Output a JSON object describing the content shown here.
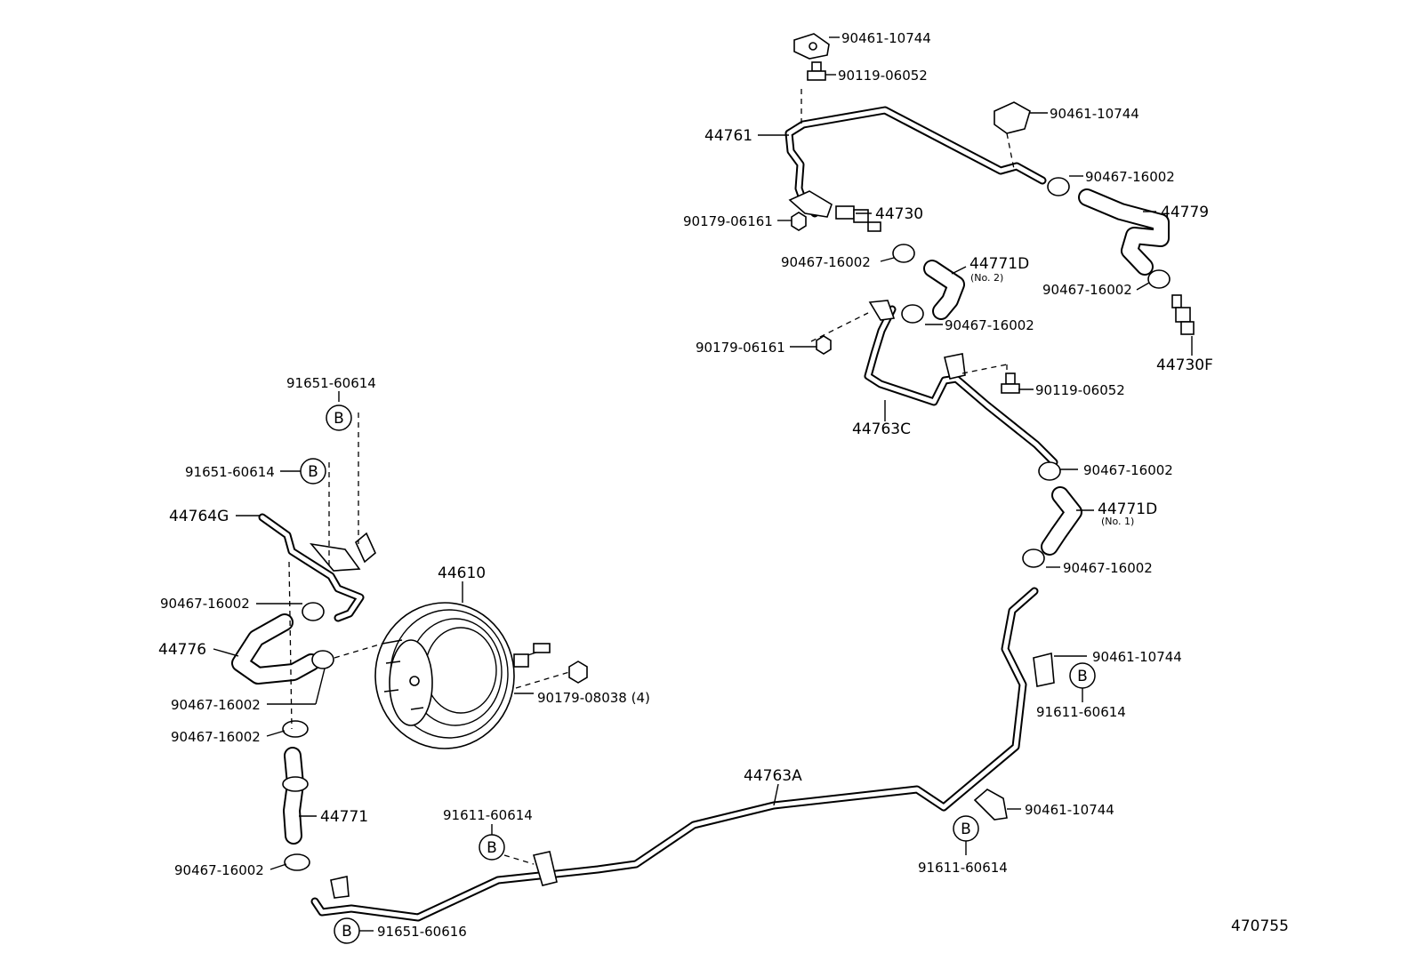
{
  "diagram_id": "470755",
  "labels": {
    "p44610": "44610",
    "p44761": "44761",
    "p44730": "44730",
    "p44730F": "44730F",
    "p44779": "44779",
    "p44771D_no2": "44771D",
    "p44771D_no2_sub": "(No. 2)",
    "p44771D_no1": "44771D",
    "p44771D_no1_sub": "(No. 1)",
    "p44763C": "44763C",
    "p44763A": "44763A",
    "p44764G": "44764G",
    "p44776": "44776",
    "p44771": "44771",
    "bracket_top": "90461-10744",
    "bolt_top": "90119-06052",
    "bracket_right_top": "90461-10744",
    "clip_44779_top": "90467-16002",
    "clip_44779_bottom": "90467-16002",
    "nut_44730": "90179-06161",
    "clip_no2_top": "90467-16002",
    "clip_no2_bottom": "90467-16002",
    "nut_mid": "90179-06161",
    "bolt_mid": "90119-06052",
    "clip_no1_top": "90467-16002",
    "clip_no1_bottom": "90467-16002",
    "bracket_right_mid": "90461-10744",
    "b_right_mid": "91611-60614",
    "bracket_right_low": "90461-10744",
    "b_right_low": "91611-60614",
    "b_bottom_mid": "91611-60614",
    "b_bottom_left": "91651-60616",
    "b_left_top": "91651-60614",
    "b_left_second": "91651-60614",
    "clip_left_1": "90467-16002",
    "clip_left_2": "90467-16002",
    "clip_left_3": "90467-16002",
    "clip_left_4": "90467-16002",
    "nut_booster": "90179-08038 (4)",
    "b_letter": "B"
  }
}
